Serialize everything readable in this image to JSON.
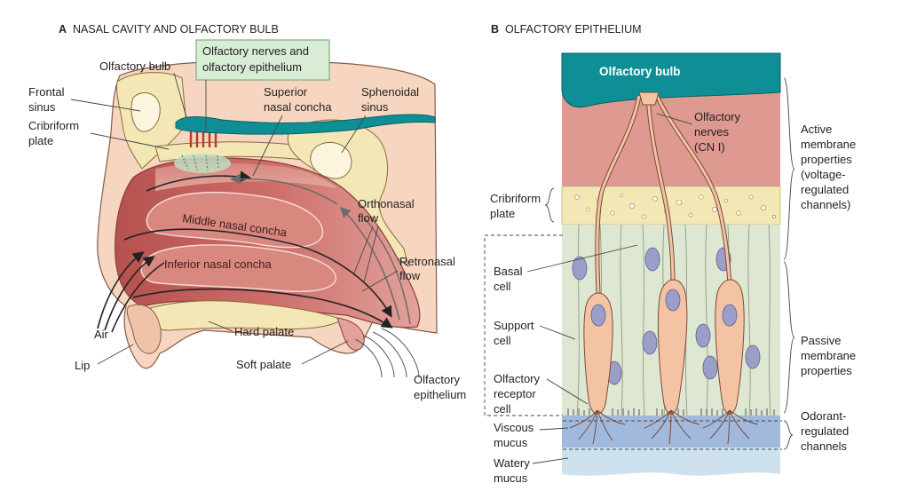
{
  "panel_a": {
    "letter": "A",
    "title": "NASAL CAVITY AND OLFACTORY BULB",
    "labels": {
      "olfactory_bulb": "Olfactory bulb",
      "callout_line1": "Olfactory nerves and",
      "callout_line2": "olfactory epithelium",
      "frontal_sinus_1": "Frontal",
      "frontal_sinus_2": "sinus",
      "cribriform_1": "Cribriform",
      "cribriform_2": "plate",
      "superior_concha_1": "Superior",
      "superior_concha_2": "nasal concha",
      "sphenoidal_1": "Sphenoidal",
      "sphenoidal_2": "sinus",
      "middle_concha": "Middle nasal concha",
      "inferior_concha": "Inferior nasal concha",
      "orthonasal_1": "Orthonasal",
      "orthonasal_2": "flow",
      "retronasal_1": "Retronasal",
      "retronasal_2": "flow",
      "air": "Air",
      "hard_palate": "Hard palate",
      "soft_palate": "Soft palate",
      "lip": "Lip"
    }
  },
  "panel_b": {
    "letter": "B",
    "title": "OLFACTORY EPITHELIUM",
    "labels": {
      "olfactory_bulb": "Olfactory bulb",
      "nerves_1": "Olfactory",
      "nerves_2": "nerves",
      "nerves_3": "(CN I)",
      "cribriform_1": "Cribriform",
      "cribriform_2": "plate",
      "basal_1": "Basal",
      "basal_2": "cell",
      "support_1": "Support",
      "support_2": "cell",
      "receptor_1": "Olfactory",
      "receptor_2": "receptor",
      "receptor_3": "cell",
      "epithelium_1": "Olfactory",
      "epithelium_2": "epithelium",
      "viscous_1": "Viscous",
      "viscous_2": "mucus",
      "watery_1": "Watery",
      "watery_2": "mucus",
      "active_1": "Active",
      "active_2": "membrane",
      "active_3": "properties",
      "active_4": "(voltage-",
      "active_5": "regulated",
      "active_6": "channels)",
      "passive_1": "Passive",
      "passive_2": "membrane",
      "passive_3": "properties",
      "odorant_1": "Odorant-",
      "odorant_2": "regulated",
      "odorant_3": "channels"
    }
  },
  "colors": {
    "bulb_teal": "#0e8f96",
    "bone": "#f3e7b5",
    "mucosa": "#c96563",
    "skin": "#f4d0b8",
    "epithelium": "#dde7d2",
    "receptor_cell": "#f3c3a4",
    "nucleus": "#9b9ec9",
    "viscous_mucus": "#a2b9de",
    "watery_mucus": "#cde1ef",
    "callout": "#d8ecd6"
  }
}
